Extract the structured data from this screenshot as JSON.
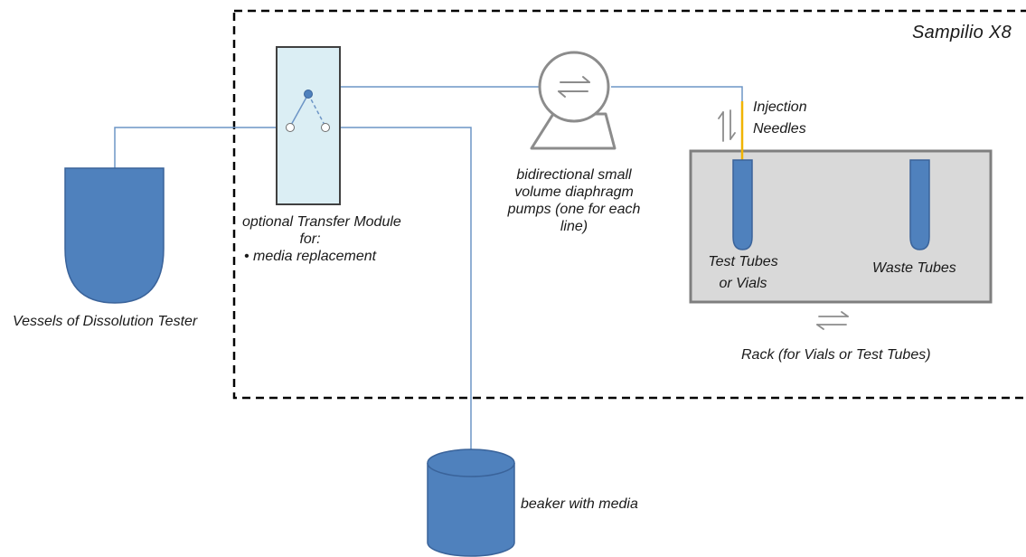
{
  "system_name": "Sampilio X8",
  "labels": {
    "vessels": "Vessels of Dissolution Tester",
    "transfer_module": [
      "optional Transfer Module",
      "for:",
      "• media replacement"
    ],
    "pump": [
      "bidirectional small",
      "volume diaphragm",
      "pumps (one for each",
      "line)"
    ],
    "injection_needles": [
      "Injection",
      "Needles"
    ],
    "test_tubes": [
      "Test Tubes",
      "or Vials"
    ],
    "waste_tubes": "Waste Tubes",
    "rack": "Rack (for Vials or Test Tubes)",
    "beaker": "beaker with media"
  },
  "colors": {
    "vessel_fill": "#4f81bd",
    "vessel_stroke": "#3a639a",
    "line": "#6d95c6",
    "module_fill": "#dbeef4",
    "rack_fill": "#d9d9d9",
    "rack_stroke": "#7f7f7f",
    "needle": "#f0b400",
    "pump_stroke": "#8c8c8c",
    "dashed_border": "#000000"
  },
  "icons": {
    "pump_symbol": "double-arrow-left-right",
    "needle_motion": "double-arrow-up-down",
    "rack_motion": "double-arrow-left-right"
  }
}
